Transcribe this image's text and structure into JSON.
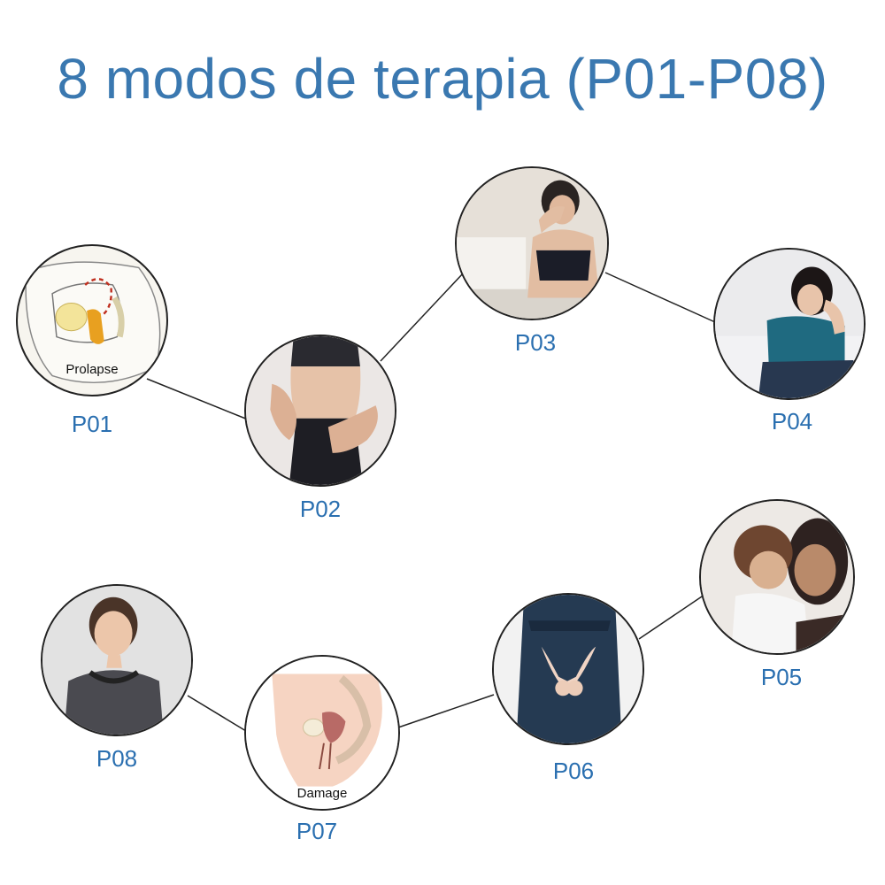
{
  "title": "8 modos de terapia (P01-P08)",
  "modes": [
    {
      "id": "P01",
      "label": "P01",
      "image": "prolapse-anatomy-illustration",
      "inner_text": "Prolapse"
    },
    {
      "id": "P02",
      "label": "P02",
      "image": "woman-waist-hands-photo"
    },
    {
      "id": "P03",
      "label": "P03",
      "image": "tired-woman-sitting-photo"
    },
    {
      "id": "P04",
      "label": "P04",
      "image": "sad-woman-on-bed-photo"
    },
    {
      "id": "P05",
      "label": "P05",
      "image": "mother-and-baby-photo"
    },
    {
      "id": "P06",
      "label": "P06",
      "image": "woman-hands-pelvis-photo"
    },
    {
      "id": "P07",
      "label": "P07",
      "image": "pelvic-damage-anatomy-illustration",
      "inner_text": "Damage"
    },
    {
      "id": "P08",
      "label": "P08",
      "image": "smiling-woman-portrait-photo"
    }
  ],
  "colors": {
    "title": "#3a78b0",
    "label": "#2a6fb0",
    "line": "#222222"
  }
}
